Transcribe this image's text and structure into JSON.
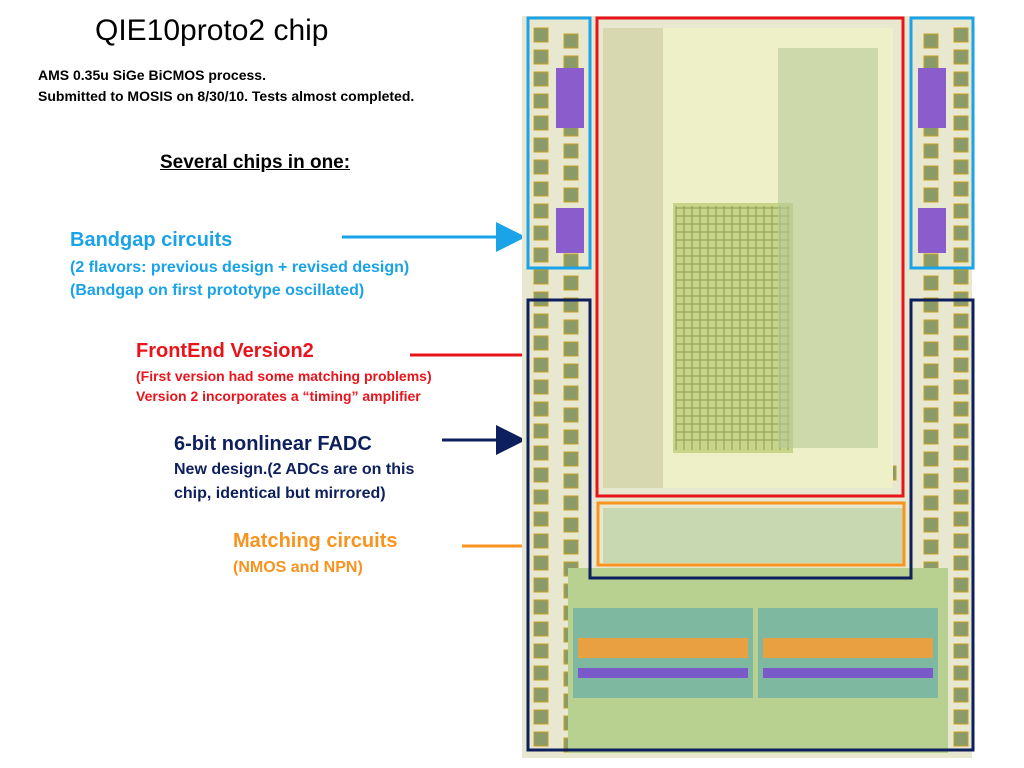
{
  "title": "QIE10proto2 chip",
  "subtitle_line1": "AMS 0.35u SiGe BiCMOS process.",
  "subtitle_line2": "Submitted to MOSIS on 8/30/10.  Tests almost completed.",
  "heading": "Several chips in one:",
  "colors": {
    "bandgap": "#1aa3e8",
    "frontend": "#e8141c",
    "fadc": "#0d1f5c",
    "matching": "#f7931e"
  },
  "bandgap": {
    "title": "Bandgap circuits",
    "line1": "(2 flavors: previous design + revised design)",
    "line2": "(Bandgap on first prototype oscillated)"
  },
  "frontend": {
    "title": "FrontEnd Version2",
    "line1": "(First version had some matching problems)",
    "line2": "Version 2 incorporates a “timing” amplifier"
  },
  "fadc": {
    "title": "6-bit nonlinear FADC",
    "line1": "New design.(2 ADCs are on this",
    "line2": "chip, identical but mirrored)"
  },
  "matching": {
    "title": "Matching circuits",
    "line1": "(NMOS and NPN)"
  }
}
